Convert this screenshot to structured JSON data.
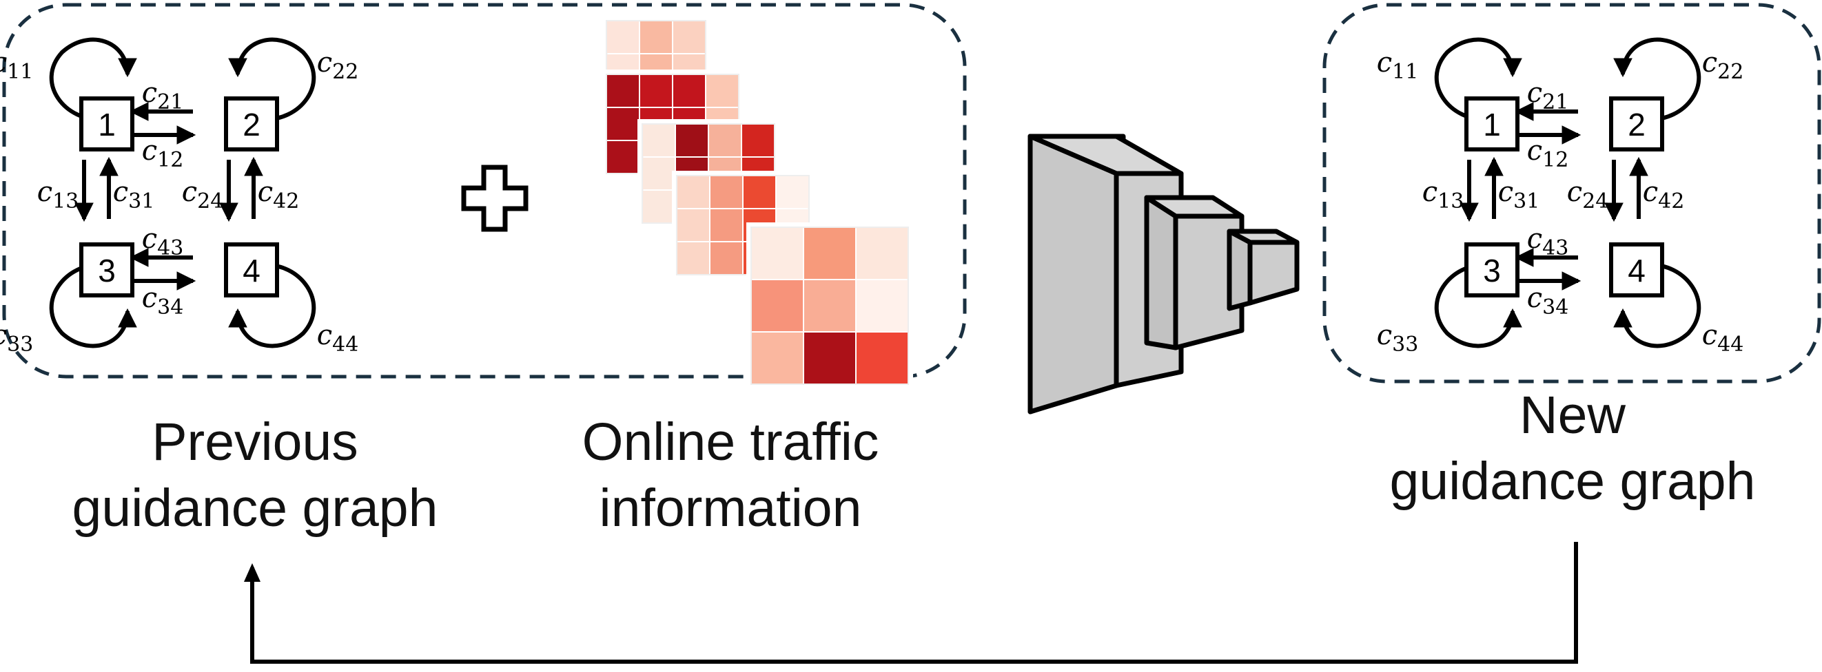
{
  "captions": {
    "previous": [
      "Previous",
      "guidance graph"
    ],
    "online": [
      "Online traffic",
      "information"
    ],
    "new": [
      "New",
      "guidance graph"
    ]
  },
  "graph": {
    "nodes": [
      "1",
      "2",
      "3",
      "4"
    ],
    "edges": {
      "c11": {
        "base": "c",
        "sub": "11"
      },
      "c22": {
        "base": "c",
        "sub": "22"
      },
      "c33": {
        "base": "c",
        "sub": "33"
      },
      "c44": {
        "base": "c",
        "sub": "44"
      },
      "c21": {
        "base": "c",
        "sub": "21"
      },
      "c12": {
        "base": "c",
        "sub": "12"
      },
      "c13": {
        "base": "c",
        "sub": "13"
      },
      "c31": {
        "base": "c",
        "sub": "31"
      },
      "c24": {
        "base": "c",
        "sub": "24"
      },
      "c42": {
        "base": "c",
        "sub": "42"
      },
      "c43": {
        "base": "c",
        "sub": "43"
      },
      "c34": {
        "base": "c",
        "sub": "34"
      }
    }
  },
  "heatmaps": [
    [
      "#fde4da",
      "#f9b9a1",
      "#fbd1c0",
      null,
      null,
      null,
      null,
      null,
      null
    ],
    [
      "#ab1019",
      "#c4161d",
      "#c2151d",
      "#fbc7b2",
      null,
      null,
      null,
      null,
      null
    ],
    [
      "#fbe8de",
      "#9f0f17",
      "#f6b19a",
      "#d3251f",
      null,
      null,
      null,
      null,
      null
    ],
    [
      "#fbd6c6",
      "#f59b81",
      "#eb4a31",
      "#fef2ec",
      null,
      null,
      null,
      null,
      null
    ],
    [
      "#fdebe2",
      "#f79a7b",
      "#fde7dc",
      "#f7937a",
      "#f9ad95",
      "#fff1eb",
      "#fab79f",
      "#ac1118",
      "#ef4535"
    ]
  ],
  "colors": {
    "dash": "#1a3040",
    "stroke": "#000000",
    "funnel_fill": "#c6c6c6"
  },
  "icons": {
    "plus": "plus-icon",
    "model": "neural-network-icon",
    "feedback": "feedback-arrow-icon"
  }
}
